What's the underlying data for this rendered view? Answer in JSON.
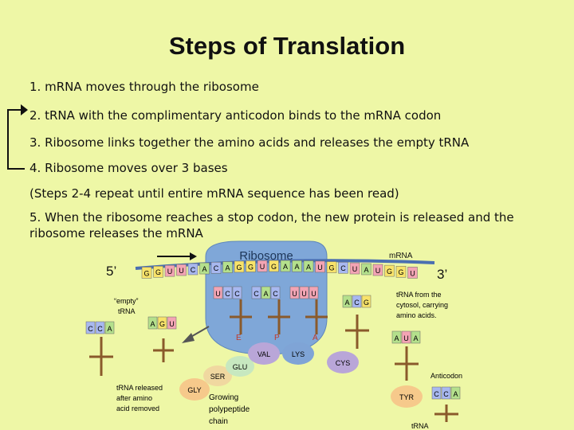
{
  "title": "Steps of Translation",
  "steps": [
    "1. mRNA moves through the ribosome",
    "2. tRNA with the complimentary anticodon binds to the mRNA codon",
    "3. Ribosome links together the amino acids and releases the empty tRNA",
    "4. Ribosome moves over 3 bases",
    "(Steps 2-4 repeat until entire mRNA sequence has been read)",
    "5. When the ribosome reaches a stop codon, the new protein is released and the ribosome releases the mRNA"
  ],
  "diagram": {
    "ribosome": "Ribosome",
    "mrna": "mRNA",
    "five_prime": "5’",
    "three_prime": "3’",
    "mrna_bases": [
      "G",
      "G",
      "U",
      "U",
      "C",
      "A",
      "C",
      "A",
      "G",
      "G",
      "U",
      "G",
      "A",
      "A",
      "A",
      "U",
      "G",
      "C",
      "U",
      "A",
      "U",
      "G",
      "G",
      "U"
    ],
    "site_codons": [
      [
        "U",
        "C",
        "C"
      ],
      [
        "C",
        "A",
        "C"
      ],
      [
        "U",
        "U",
        "U"
      ]
    ],
    "sites": [
      "E",
      "P",
      "A"
    ],
    "empty_label": "“empty” tRNA",
    "empty_codon": [
      "A",
      "G",
      "U"
    ],
    "released_codon": [
      "C",
      "C",
      "A"
    ],
    "released_label": "tRNA released after amino acid removed",
    "incoming_codon": [
      "A",
      "C",
      "G"
    ],
    "incoming_label": "tRNA from the cytosol, carrying amino acids.",
    "incoming_aa_codon": [
      "A",
      "U",
      "A"
    ],
    "cys": "CYS",
    "amino_chain": [
      "GLY",
      "SER",
      "GLU",
      "VAL",
      "LYS"
    ],
    "chain_label": "Growing polypeptide chain",
    "tyr": "TYR",
    "anticodon_label": "Anticodon",
    "anticodon": [
      "C",
      "C",
      "A"
    ],
    "trna_label": "tRNA"
  },
  "colors": {
    "background": "#eef7a6",
    "ribosome": "#7fa7d8",
    "base_pink": "#f3a4b4",
    "base_yellow": "#f8e36a",
    "base_blue": "#a8b8f0",
    "base_green": "#b4e08c",
    "trna_stem": "#8a5a2b",
    "aa_blue": "#7fa4d6",
    "aa_purple": "#b9a6d8"
  }
}
